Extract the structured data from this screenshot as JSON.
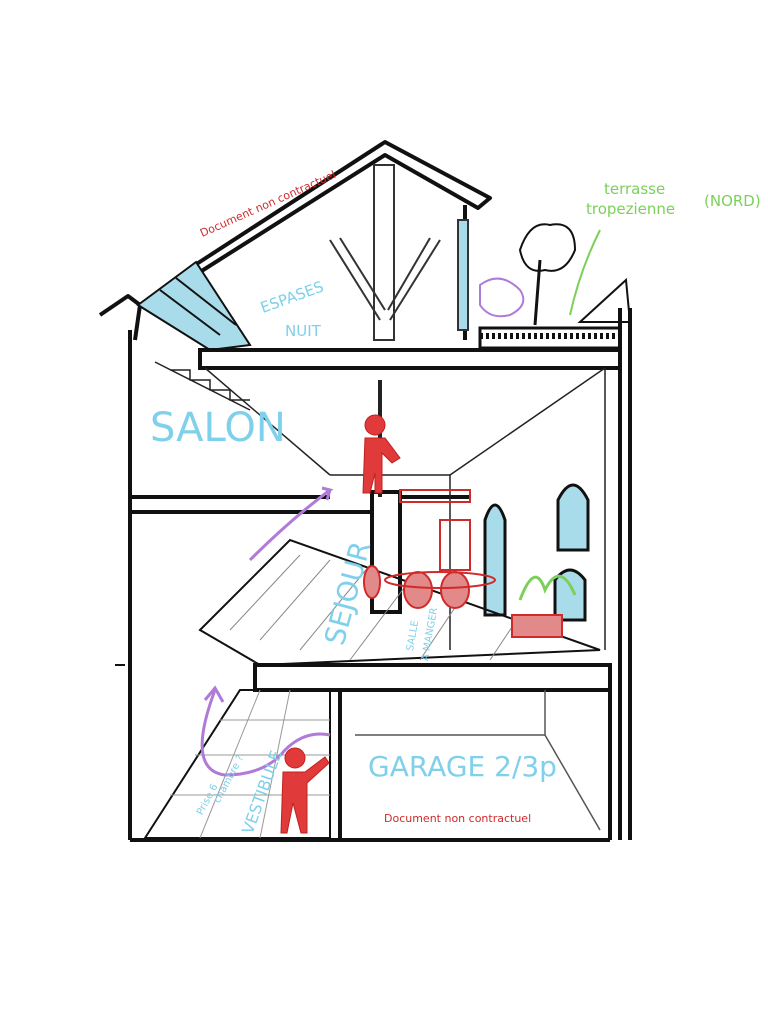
{
  "labels": {
    "disclaimer_top": "Document non contractuel",
    "terrace_line1": "terrasse",
    "terrace_line2": "tropezienne",
    "terrace_orientation": "(NORD)",
    "night_area_line1": "ESPASES",
    "night_area_line2": "NUIT",
    "living_room": "SALON",
    "stay_room": "SEJOUR",
    "dining_line1": "SALLE",
    "dining_line2": "A MANGER",
    "garage": "GARAGE 2/3p",
    "disclaimer_bottom": "Document non contractuel",
    "vestibule": "VESTIBULE",
    "note_line1": "Prise 6",
    "note_line2": "chambre ?"
  },
  "colors": {
    "ink": "#111111",
    "annotation_red": "#d02a2a",
    "annotation_blue": "#7fd0ea",
    "annotation_green": "#7cd05a",
    "annotation_purple": "#b07ad8",
    "glass": "#a9dcea"
  }
}
